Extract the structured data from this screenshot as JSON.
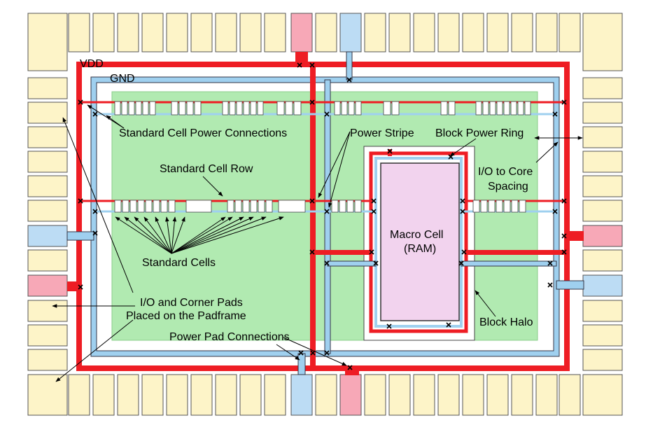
{
  "labels": {
    "vdd": "VDD",
    "gnd": "GND",
    "std_cell_power": "Standard Cell Power Connections",
    "power_stripe": "Power Stripe",
    "block_power_ring": "Block Power Ring",
    "std_cell_row": "Standard Cell Row",
    "io_core_spacing_1": "I/O to Core",
    "io_core_spacing_2": "Spacing",
    "macro_cell_1": "Macro Cell",
    "macro_cell_2": "(RAM)",
    "standard_cells": "Standard Cells",
    "io_pads_1": "I/O and Corner Pads",
    "io_pads_2": "Placed on the Padframe",
    "block_halo": "Block Halo",
    "power_pad_connections": "Power Pad Connections"
  },
  "colors": {
    "pad": "#fdf4c8",
    "vdd": "#ee1d24",
    "gnd": "#9fd0ef",
    "core": "#b1eab1",
    "macro": "#f2d3ee",
    "vdd_pad": "#f7a8b7",
    "gnd_pad": "#bcdcf4"
  }
}
